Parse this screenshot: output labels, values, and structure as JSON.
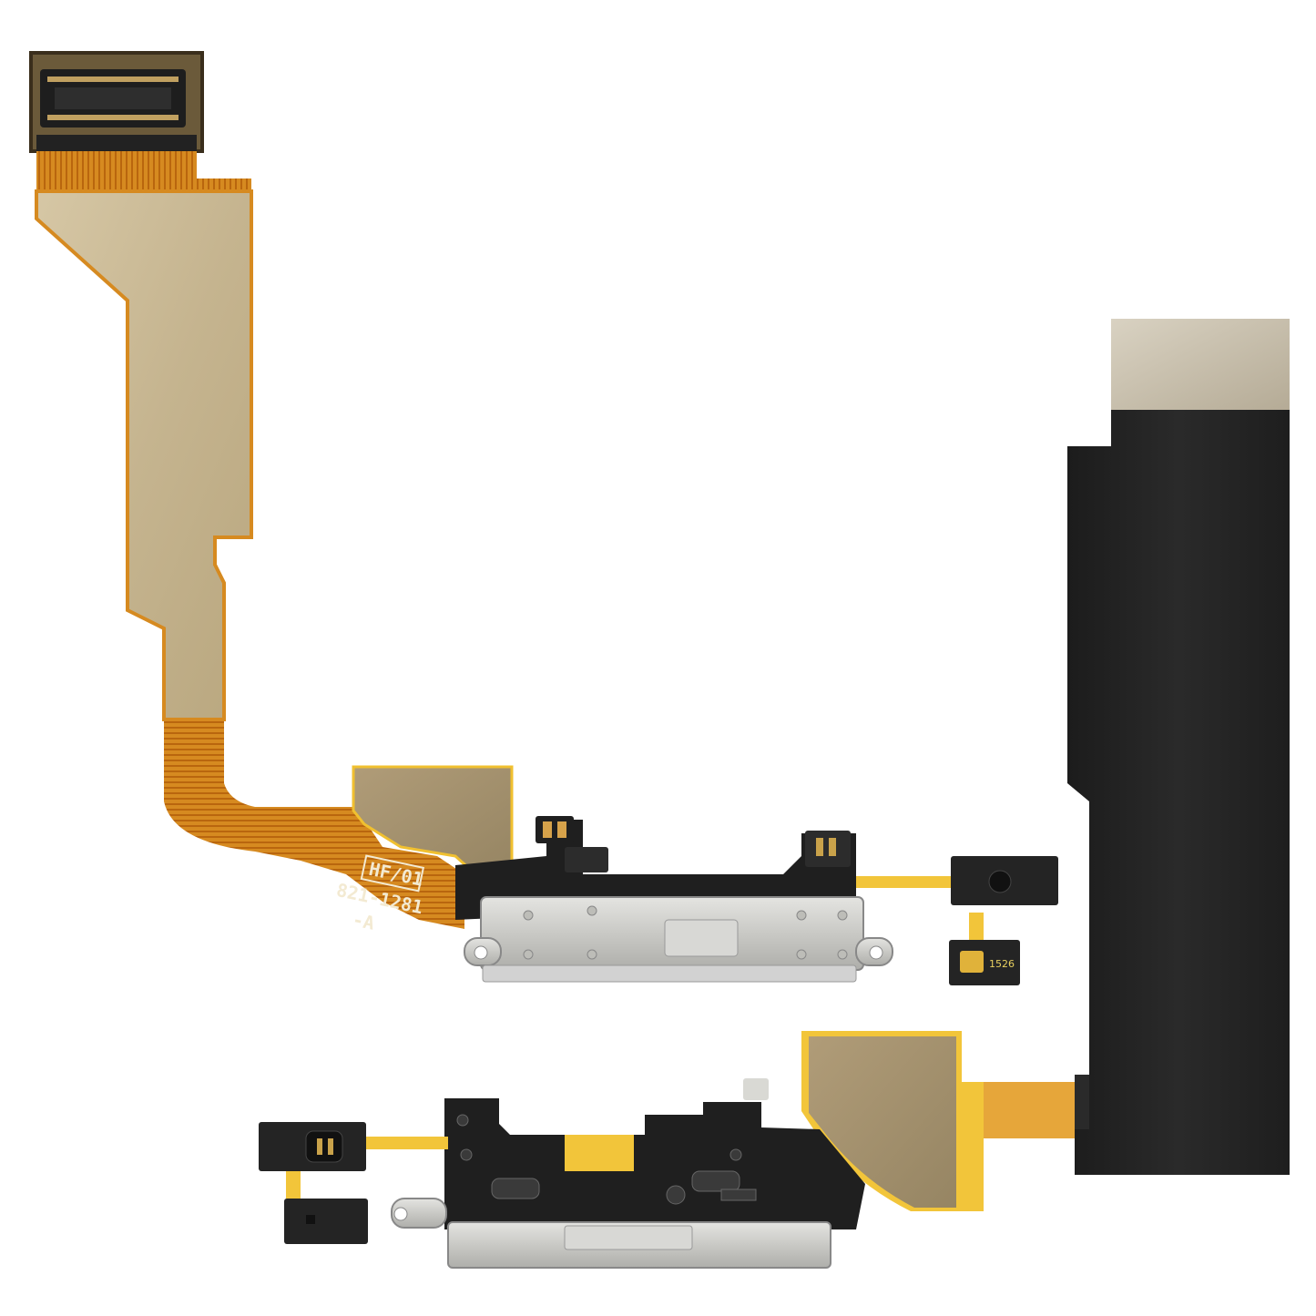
{
  "photo": {
    "background": "#ffffff",
    "colors": {
      "flex_orange": "#d8861c",
      "flex_dark_orange": "#b86a10",
      "shield_gold": "#c9b896",
      "shield_tan": "#a89573",
      "flex_black": "#232323",
      "flex_yellow": "#f2c53a",
      "metal_silver": "#cfcfcc",
      "connector_grey": "#2c2c2c"
    },
    "silkscreen": {
      "line1": "HF/01",
      "line2": "821-1281",
      "line3": "-A"
    },
    "mic_marking": "1526"
  }
}
